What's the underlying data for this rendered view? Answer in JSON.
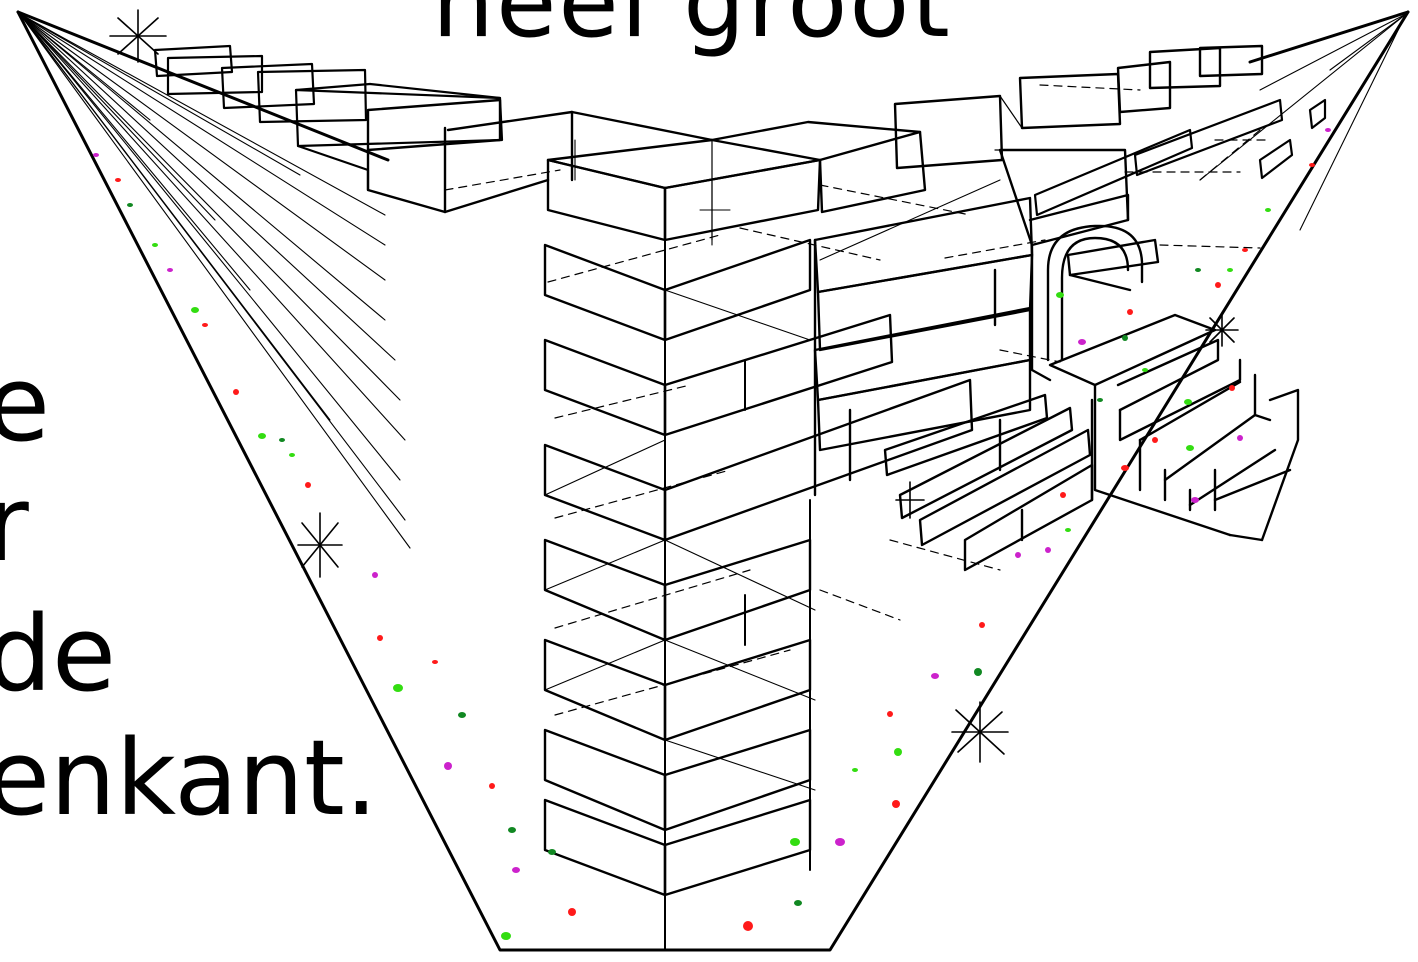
{
  "title": "heel groot",
  "side_text_lines": [
    "e",
    "r",
    "de",
    "enkant."
  ],
  "colors": {
    "background": "#ffffff",
    "line": "#000000",
    "dot_red": "#ff1a1a",
    "dot_green": "#33dd11",
    "dot_magenta": "#cc22cc",
    "dot_darkgreen": "#118822"
  }
}
